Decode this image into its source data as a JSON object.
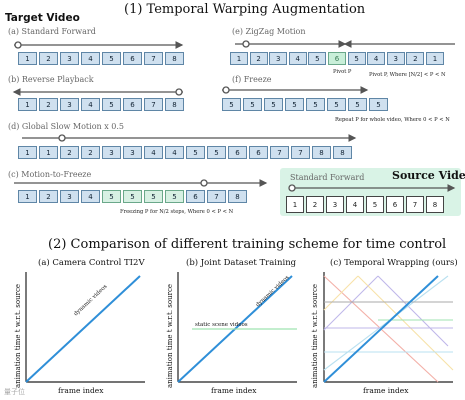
{
  "title_top": "(1) Temporal Warping Augmentation",
  "target_video": "Target Video",
  "source_video": "Source Video",
  "rows": {
    "standard_forward": {
      "label": "(a) Standard Forward",
      "cells": [
        "1",
        "2",
        "3",
        "4",
        "5",
        "6",
        "7",
        "8"
      ]
    },
    "reverse_playback": {
      "label": "(b) Reverse Playback",
      "cells": [
        "1",
        "2",
        "3",
        "4",
        "5",
        "6",
        "7",
        "8"
      ]
    },
    "global_slow": {
      "label": "(d) Global Slow Motion x 0.5",
      "cells": [
        "1",
        "1",
        "2",
        "2",
        "3",
        "3",
        "4",
        "4",
        "5",
        "5",
        "6",
        "6",
        "7",
        "7",
        "8",
        "8"
      ]
    },
    "motion_to_freeze": {
      "label": "(c) Motion-to-Freeze",
      "cells": [
        "1",
        "2",
        "3",
        "4",
        "5",
        "5",
        "5",
        "5",
        "6",
        "7",
        "8"
      ],
      "note": "Freezing P for N/2 steps, Where 0 < P < N"
    },
    "zigzag": {
      "label": "(e) ZigZag Motion",
      "cells": [
        "1",
        "2",
        "3",
        "4",
        "5",
        "6",
        "5",
        "4",
        "3",
        "2",
        "1"
      ],
      "pivot_label": "Pivot P",
      "note": "Pivot P, Where [N/2] < P < N"
    },
    "freeze": {
      "label": "(f) Freeze",
      "cells": [
        "5",
        "5",
        "5",
        "5",
        "5",
        "5",
        "5",
        "5"
      ],
      "note": "Repeat P for whole video, Where 0 < P < N"
    },
    "source": {
      "label": "Standard Forward",
      "cells": [
        "1",
        "2",
        "3",
        "4",
        "5",
        "6",
        "7",
        "8"
      ]
    }
  },
  "title_bottom": "(2) Comparison of different training scheme for time control",
  "plots": [
    {
      "title": "(a) Camera Control TI2V",
      "xlabel": "frame index",
      "ylabel": "animation time t w.r.t. source",
      "annotations": [
        "dynamic videos"
      ]
    },
    {
      "title": "(b) Joint Dataset Training",
      "xlabel": "frame index",
      "ylabel": "animation time t w.r.t. source",
      "annotations": [
        "dynamic videos",
        "static scene videos"
      ]
    },
    {
      "title": "(c) Temporal Wrapping (ours)",
      "xlabel": "frame index",
      "ylabel": "animation time t w.r.t. source",
      "annotations": []
    }
  ],
  "watermark": "量子位",
  "colors": {
    "cell_fill": "#cfe0ef",
    "cell_border": "#5f86a6",
    "cell_highlight": "#d7f0e3",
    "source_bg": "#d9f3e6",
    "main_line": "#2f8fd8",
    "arrow": "#555555"
  }
}
